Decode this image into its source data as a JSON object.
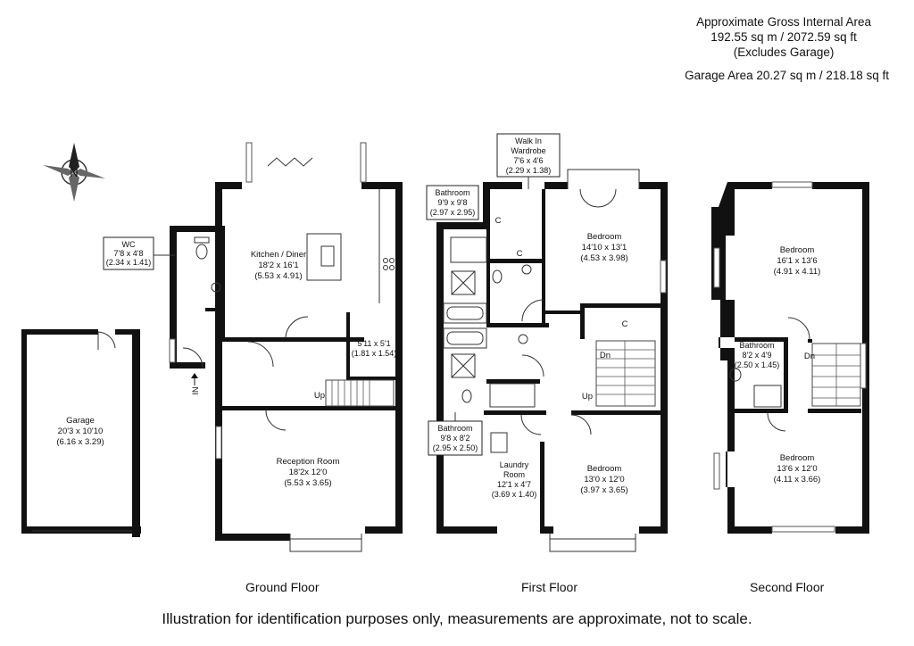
{
  "area": {
    "line1": "Approximate Gross Internal Area",
    "line2": "192.55 sq m / 2072.59 sq ft",
    "line3": "(Excludes Garage)",
    "garage": "Garage Area 20.27 sq m / 218.18 sq ft"
  },
  "compass": {
    "label": "N",
    "icon": "compass-icon"
  },
  "floors": {
    "ground": "Ground Floor",
    "first": "First Floor",
    "second": "Second Floor"
  },
  "rooms": {
    "garage": {
      "name": "Garage",
      "imperial": "20'3 x 10'10",
      "metric": "(6.16 x 3.29)"
    },
    "wc": {
      "name": "WC",
      "imperial": "7'8 x 4'8",
      "metric": "(2.34 x 1.41)"
    },
    "kitchen": {
      "name": "Kitchen / Diner",
      "imperial": "18'2 x 16'1",
      "metric": "(5.53 x 4.91)"
    },
    "store": {
      "imperial": "5'11 x 5'1",
      "metric": "(1.81 x 1.54)"
    },
    "reception": {
      "name": "Reception Room",
      "imperial": "18'2x 12'0",
      "metric": "(5.53 x 3.65)"
    },
    "walk_in": {
      "name1": "Walk In",
      "name2": "Wardrobe",
      "imperial": "7'6 x 4'6",
      "metric": "(2.29 x 1.38)"
    },
    "bath1": {
      "name": "Bathroom",
      "imperial": "9'9 x 9'8",
      "metric": "(2.97 x 2.95)"
    },
    "bed1": {
      "name": "Bedroom",
      "imperial": "14'10 x 13'1",
      "metric": "(4.53 x 3.98)"
    },
    "bath2": {
      "name": "Bathroom",
      "imperial": "9'8 x 8'2",
      "metric": "(2.95 x 2.50)"
    },
    "laundry": {
      "name1": "Laundry",
      "name2": "Room",
      "imperial": "12'1 x 4'7",
      "metric": "(3.69 x 1.40)"
    },
    "bed2": {
      "name": "Bedroom",
      "imperial": "13'0 x 12'0",
      "metric": "(3.97 x 3.65)"
    },
    "bed3": {
      "name": "Bedroom",
      "imperial": "16'1 x 13'6",
      "metric": "(4.91 x 4.11)"
    },
    "bath3": {
      "name": "Bathroom",
      "imperial": "8'2 x 4'9",
      "metric": "(2.50 x 1.45)"
    },
    "bed4": {
      "name": "Bedroom",
      "imperial": "13'6 x 12'0",
      "metric": "(4.11 x 3.66)"
    }
  },
  "marks": {
    "in": "IN",
    "up": "Up",
    "dn": "Dn",
    "cupboard": "C"
  },
  "disclaimer": "Illustration for identification purposes only, measurements are approximate, not to scale."
}
